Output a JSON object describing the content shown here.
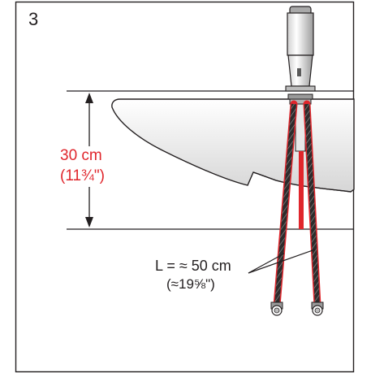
{
  "step_number": "3",
  "height_label": {
    "metric": "30 cm",
    "imperial": "(11¾\")"
  },
  "hose_length_label": {
    "metric": "L = ≈ 50 cm",
    "imperial": "(≈19⅝\")"
  },
  "colors": {
    "text_dark": "#231f20",
    "dimension_red": "#e0262c",
    "outline": "#231f20",
    "basin_shade": "#dedede",
    "hose_braid": "#3a3a3a"
  }
}
